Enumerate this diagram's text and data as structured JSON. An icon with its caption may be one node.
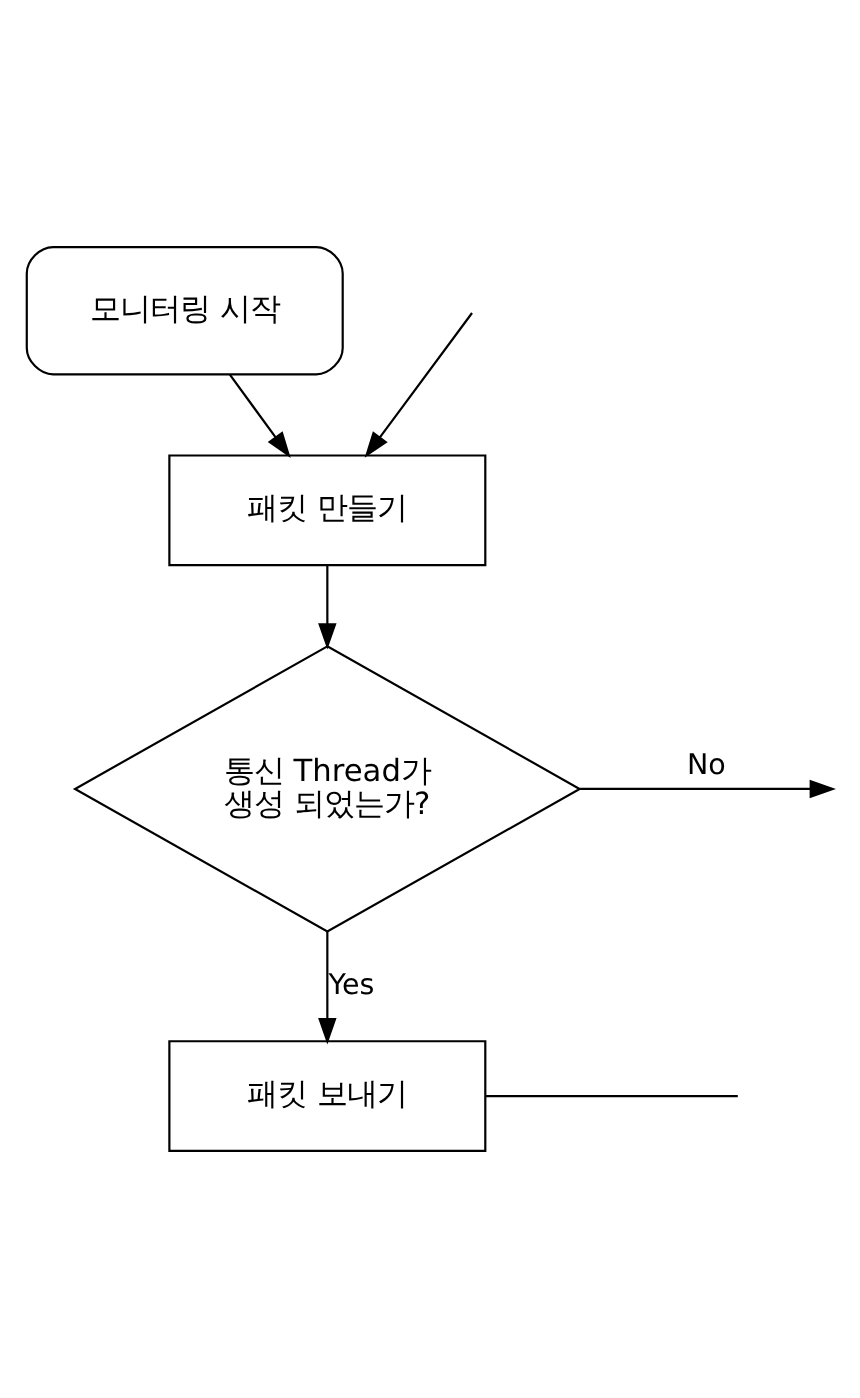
{
  "diagram": {
    "nodes": [
      {
        "text": [
          "모니터링 시작"
        ]
      },
      {
        "text": [
          "패킷 만들기"
        ]
      },
      {
        "text": [
          "통신 Thread가 생성 되었는가?"
        ]
      },
      {
        "text": [
          "패킷 보내기"
        ]
      }
    ],
    "edges": [
      {
        "from": 0,
        "to": 1,
        "arrow": "to"
      },
      {
        "from": 1,
        "to": 2,
        "arrow": "to"
      },
      {
        "from": 2,
        "to": null,
        "arrow": "to",
        "label": "No"
      },
      {
        "from": 2,
        "to": 3,
        "arrow": "to",
        "label": "Yes"
      },
      {
        "from": 3,
        "to": null,
        "arrow": "none"
      },
      {
        "from": null,
        "to": 1,
        "arrow": "to"
      }
    ]
  }
}
